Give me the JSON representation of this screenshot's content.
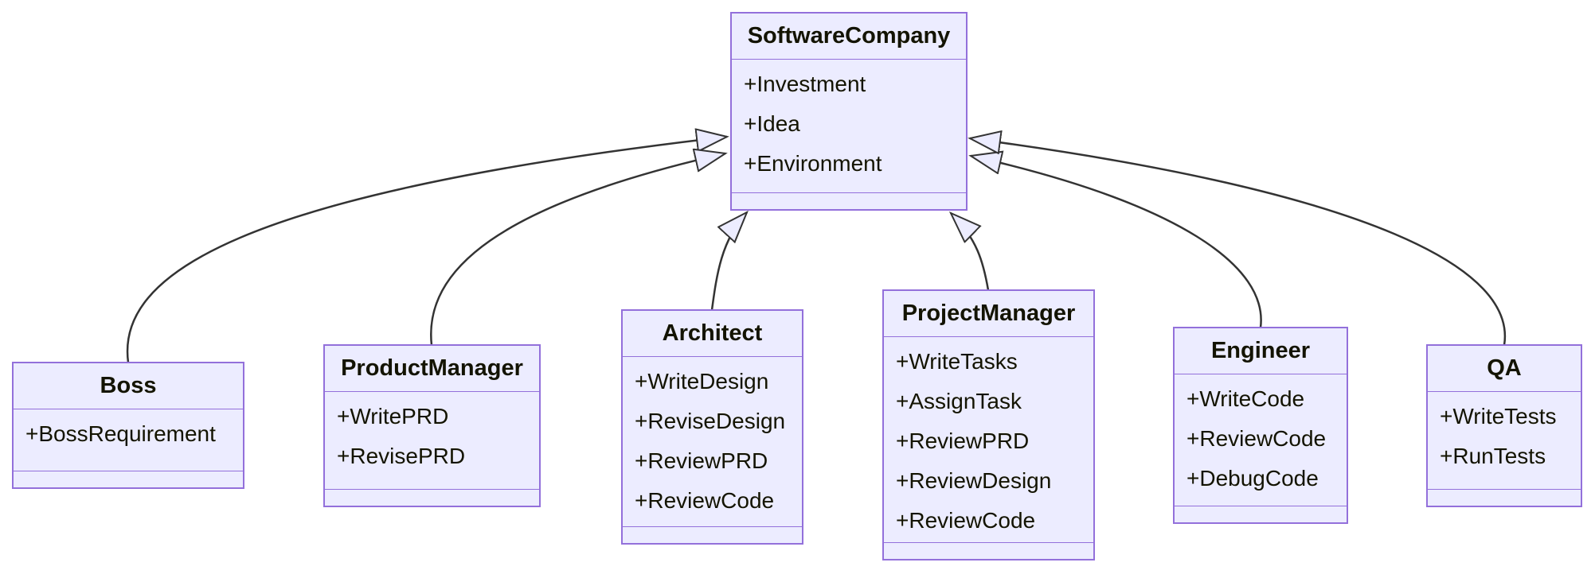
{
  "diagram": {
    "type": "uml-class-diagram",
    "classes": [
      {
        "name": "SoftwareCompany",
        "members": [
          "+Investment",
          "+Idea",
          "+Environment"
        ]
      },
      {
        "name": "Boss",
        "members": [
          "+BossRequirement"
        ]
      },
      {
        "name": "ProductManager",
        "members": [
          "+WritePRD",
          "+RevisePRD"
        ]
      },
      {
        "name": "Architect",
        "members": [
          "+WriteDesign",
          "+ReviseDesign",
          "+ReviewPRD",
          "+ReviewCode"
        ]
      },
      {
        "name": "ProjectManager",
        "members": [
          "+WriteTasks",
          "+AssignTask",
          "+ReviewPRD",
          "+ReviewDesign",
          "+ReviewCode"
        ]
      },
      {
        "name": "Engineer",
        "members": [
          "+WriteCode",
          "+ReviewCode",
          "+DebugCode"
        ]
      },
      {
        "name": "QA",
        "members": [
          "+WriteTests",
          "+RunTests"
        ]
      }
    ],
    "relationships": [
      {
        "from": "Boss",
        "to": "SoftwareCompany",
        "type": "inheritance"
      },
      {
        "from": "ProductManager",
        "to": "SoftwareCompany",
        "type": "inheritance"
      },
      {
        "from": "Architect",
        "to": "SoftwareCompany",
        "type": "inheritance"
      },
      {
        "from": "ProjectManager",
        "to": "SoftwareCompany",
        "type": "inheritance"
      },
      {
        "from": "Engineer",
        "to": "SoftwareCompany",
        "type": "inheritance"
      },
      {
        "from": "QA",
        "to": "SoftwareCompany",
        "type": "inheritance"
      }
    ],
    "colors": {
      "node_fill": "#ECECFF",
      "node_border": "#9370DB",
      "edge_stroke": "#333333",
      "text_color": "#131300",
      "background": "#FFFFFF"
    }
  }
}
